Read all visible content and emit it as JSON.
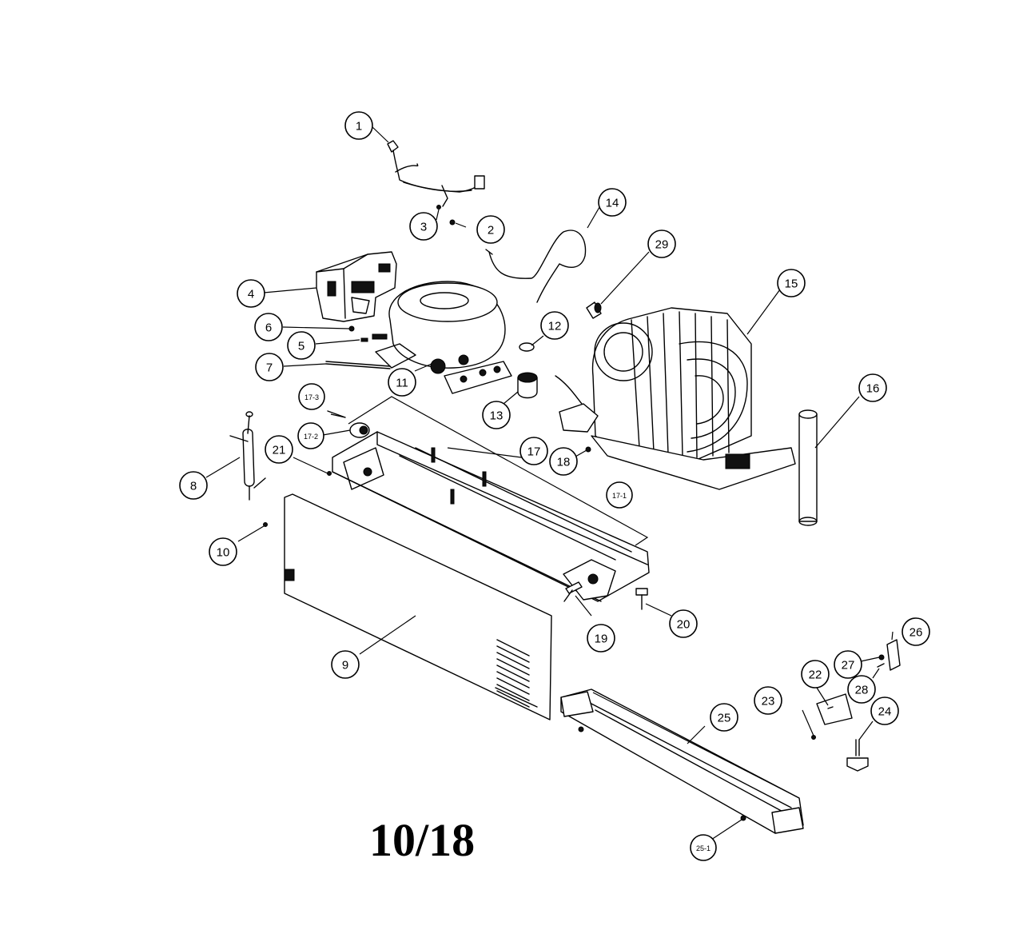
{
  "page_label": "10/18",
  "callouts": [
    {
      "id": "1",
      "label": "1"
    },
    {
      "id": "2",
      "label": "2"
    },
    {
      "id": "3",
      "label": "3"
    },
    {
      "id": "4",
      "label": "4"
    },
    {
      "id": "5",
      "label": "5"
    },
    {
      "id": "6",
      "label": "6"
    },
    {
      "id": "7",
      "label": "7"
    },
    {
      "id": "8",
      "label": "8"
    },
    {
      "id": "9",
      "label": "9"
    },
    {
      "id": "10",
      "label": "10"
    },
    {
      "id": "11",
      "label": "11"
    },
    {
      "id": "12",
      "label": "12"
    },
    {
      "id": "13",
      "label": "13"
    },
    {
      "id": "14",
      "label": "14"
    },
    {
      "id": "15",
      "label": "15"
    },
    {
      "id": "16",
      "label": "16"
    },
    {
      "id": "17",
      "label": "17"
    },
    {
      "id": "17-1",
      "label": "17-1"
    },
    {
      "id": "17-2",
      "label": "17-2"
    },
    {
      "id": "17-3",
      "label": "17-3"
    },
    {
      "id": "18",
      "label": "18"
    },
    {
      "id": "19",
      "label": "19"
    },
    {
      "id": "20",
      "label": "20"
    },
    {
      "id": "21",
      "label": "21"
    },
    {
      "id": "22",
      "label": "22"
    },
    {
      "id": "23",
      "label": "23"
    },
    {
      "id": "24",
      "label": "24"
    },
    {
      "id": "25",
      "label": "25"
    },
    {
      "id": "25-1",
      "label": "25-1"
    },
    {
      "id": "26",
      "label": "26"
    },
    {
      "id": "27",
      "label": "27"
    },
    {
      "id": "28",
      "label": "28"
    },
    {
      "id": "29",
      "label": "29"
    }
  ]
}
